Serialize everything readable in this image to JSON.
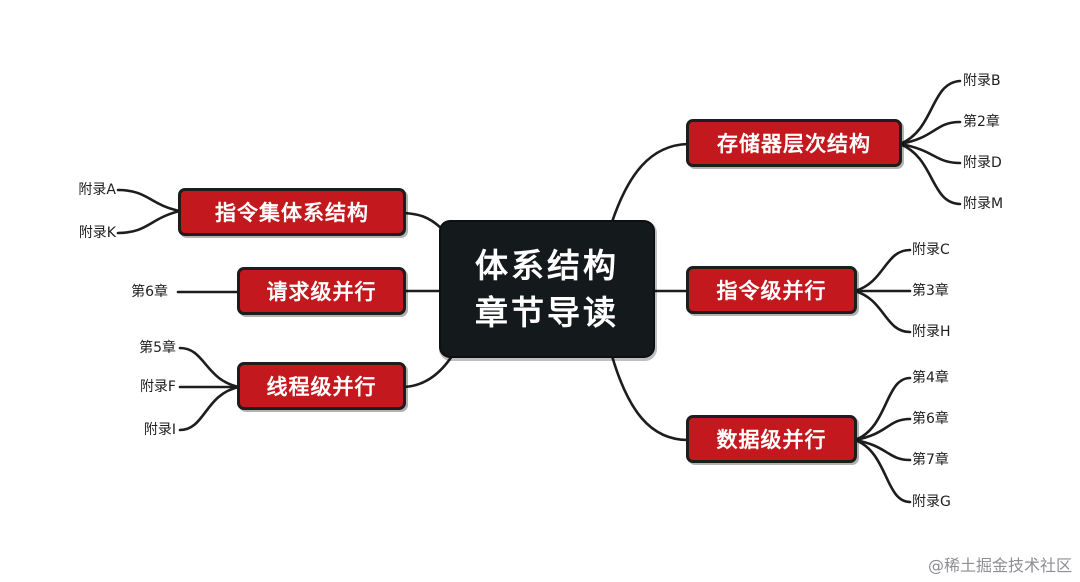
{
  "center": {
    "line1": "体系结构",
    "line2": "章节导读"
  },
  "branches": {
    "storage": {
      "label": "存储器层次结构",
      "leaves": [
        "附录B",
        "第2章",
        "附录D",
        "附录M"
      ]
    },
    "ilp": {
      "label": "指令级并行",
      "leaves": [
        "附录C",
        "第3章",
        "附录H"
      ]
    },
    "dlp": {
      "label": "数据级并行",
      "leaves": [
        "第4章",
        "第6章",
        "第7章",
        "附录G"
      ]
    },
    "isa": {
      "label": "指令集体系结构",
      "leaves": [
        "附录A",
        "附录K"
      ]
    },
    "rlp": {
      "label": "请求级并行",
      "leaves": [
        "第6章"
      ]
    },
    "tlp": {
      "label": "线程级并行",
      "leaves": [
        "第5章",
        "附录F",
        "附录I"
      ]
    }
  },
  "watermark": "@稀土掘金技术社区",
  "colors": {
    "node_fill": "#c3181d",
    "center_fill": "#141a1c",
    "line": "#1d1d1d"
  }
}
